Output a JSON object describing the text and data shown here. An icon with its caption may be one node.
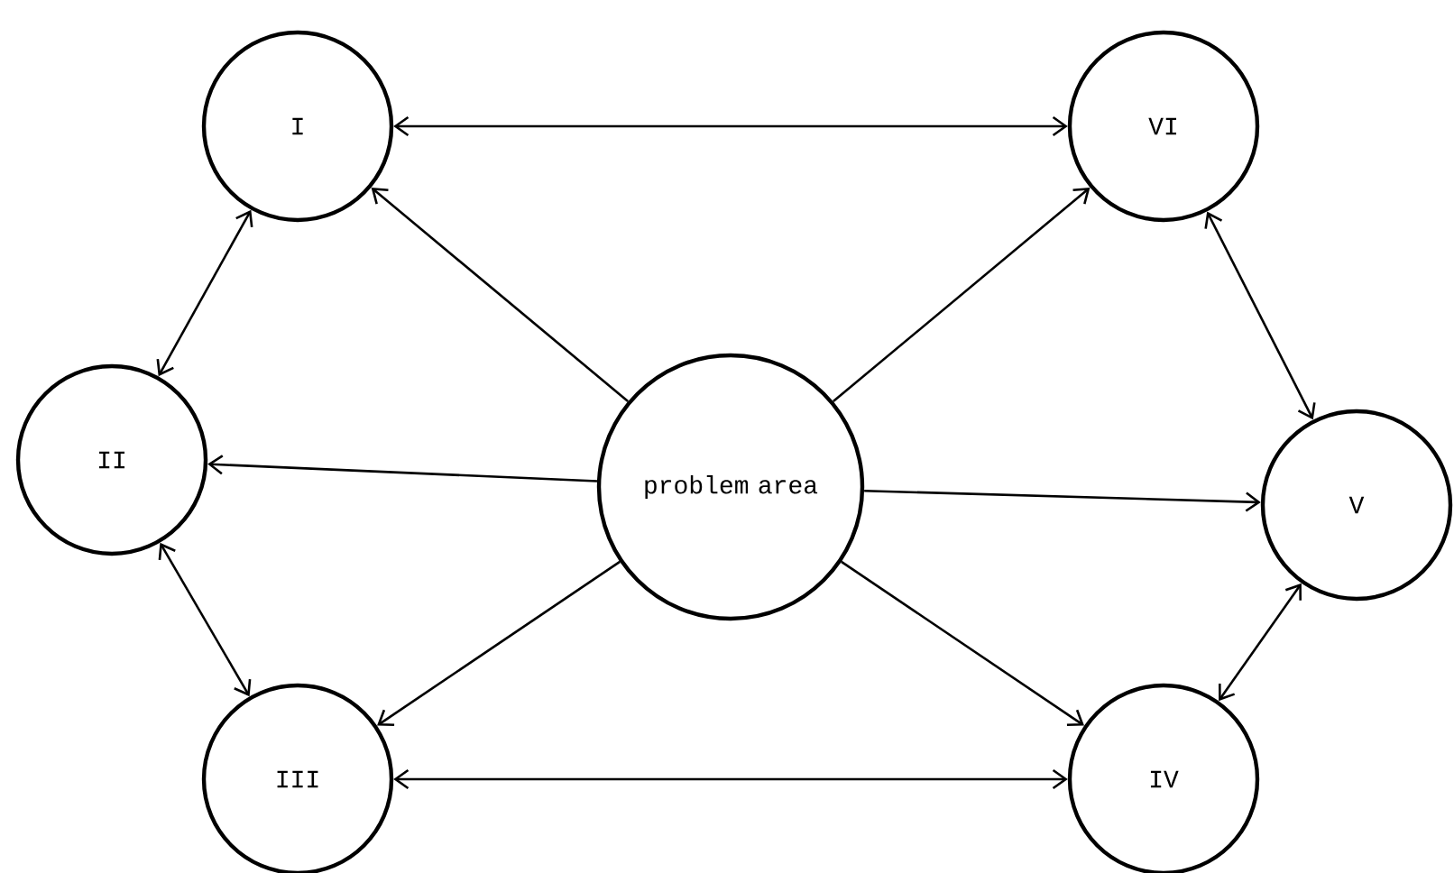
{
  "diagram": {
    "nodes": [
      {
        "text": [
          "I"
        ]
      },
      {
        "text": [
          "VI"
        ]
      },
      {
        "text": [
          "II"
        ]
      },
      {
        "text": [
          "problem area"
        ]
      },
      {
        "text": [
          "V"
        ]
      },
      {
        "text": [
          "III"
        ]
      },
      {
        "text": [
          "IV"
        ]
      }
    ],
    "edges": [
      {
        "from": 0,
        "to": 1,
        "arrow": "both"
      },
      {
        "from": 0,
        "to": 2,
        "arrow": "both"
      },
      {
        "from": 2,
        "to": 5,
        "arrow": "both"
      },
      {
        "from": 5,
        "to": 6,
        "arrow": "both"
      },
      {
        "from": 1,
        "to": 4,
        "arrow": "both"
      },
      {
        "from": 4,
        "to": 6,
        "arrow": "both"
      },
      {
        "from": 3,
        "to": 0,
        "arrow": "to"
      },
      {
        "from": 3,
        "to": 2,
        "arrow": "to"
      },
      {
        "from": 3,
        "to": 1,
        "arrow": "to"
      },
      {
        "from": 3,
        "to": 4,
        "arrow": "to"
      },
      {
        "from": 3,
        "to": 6,
        "arrow": "to"
      },
      {
        "from": 3,
        "to": 5,
        "arrow": "to"
      }
    ]
  }
}
